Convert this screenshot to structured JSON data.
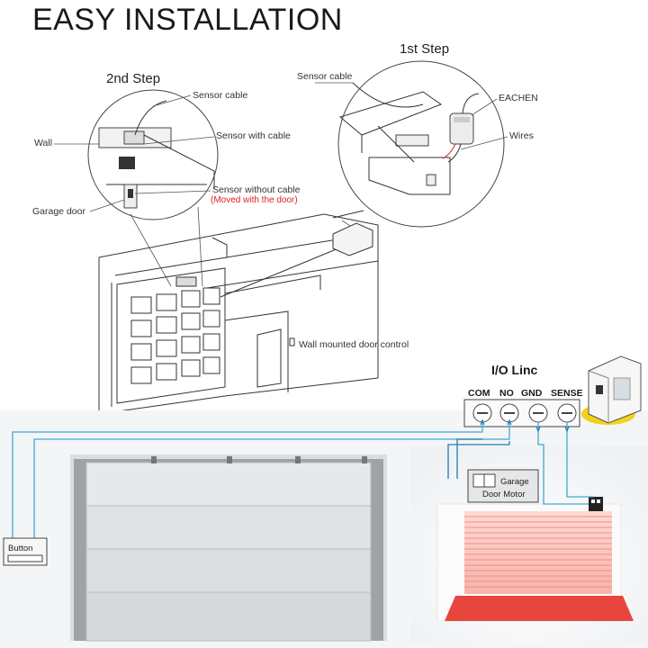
{
  "title": "EASY INSTALLATION",
  "steps": {
    "step1": "1st Step",
    "step2": "2nd Step"
  },
  "labels": {
    "step2_sensor_cable": "Sensor cable",
    "step2_sensor_with_cable": "Sensor with cable",
    "step2_wall": "Wall",
    "step2_sensor_without_cable": "Sensor without cable",
    "step2_moved_with_door": "(Moved with the door)",
    "step2_garage_door": "Garage door",
    "step1_sensor_cable": "Sensor cable",
    "step1_eachen": "EACHEN",
    "step1_wires": "Wires",
    "wall_control": "Wall mounted door control"
  },
  "io_linc": {
    "title": "I/O Linc",
    "terminals": [
      "COM",
      "NO",
      "GND",
      "SENSE"
    ]
  },
  "boxes": {
    "button": "Button",
    "motor_line1": "Garage",
    "motor_line2": "Door Motor"
  },
  "colors": {
    "wire": "#3fa9d6",
    "wire_dark": "#1e7fb0",
    "door_red": "#e8453c",
    "device_yellow": "#f2d21b"
  }
}
